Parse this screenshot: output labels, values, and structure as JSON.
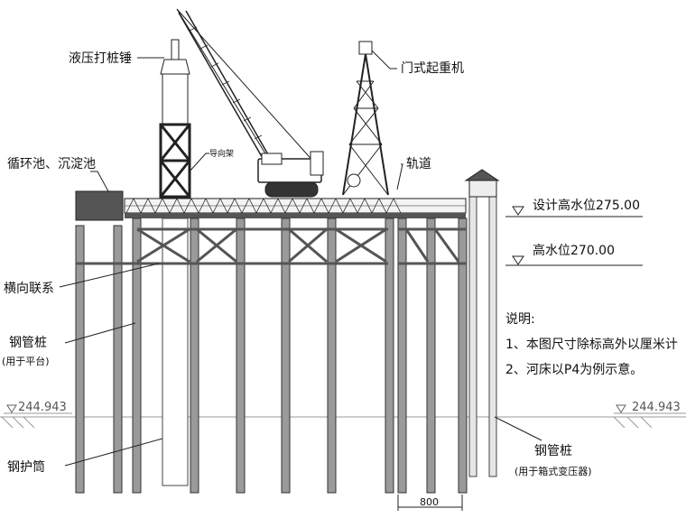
{
  "labels": {
    "hydraulic_hammer": "液压打桩锤",
    "guide_frame": "导向架",
    "gantry_crane": "门式起重机",
    "track": "轨道",
    "sedimentation_pool": "循环池、沉淀池",
    "transverse_bracing": "横向联系",
    "steel_pipe_pile_platform": "钢管桩",
    "steel_pipe_pile_platform_note": "(用于平台)",
    "steel_casing": "钢护筒",
    "steel_pipe_pile_box": "钢管桩",
    "steel_pipe_pile_box_note": "(用于箱式变压器)",
    "dimension_800": "800"
  },
  "water_levels": {
    "design_level": "设计高水位275.00",
    "high_level": "高水位270.00",
    "riverbed_left": "244.943",
    "riverbed_right": "244.943"
  },
  "notes": {
    "title": "说明:",
    "line1": "1、本图尺寸除标高外以厘米计",
    "line2": "2、河床以P4为例示意。"
  }
}
